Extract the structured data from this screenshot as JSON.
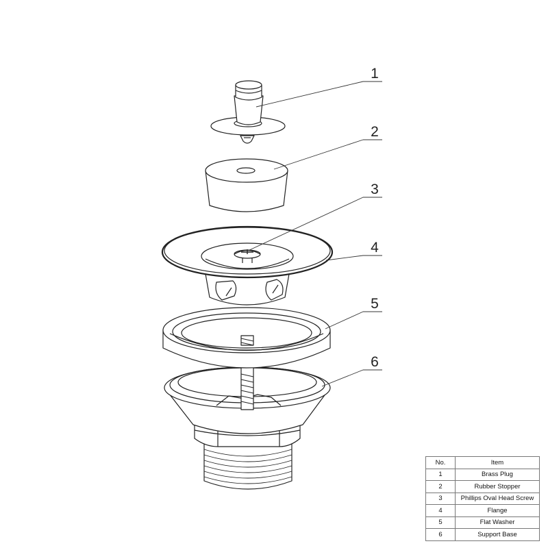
{
  "callouts": [
    "1",
    "2",
    "3",
    "4",
    "5",
    "6"
  ],
  "table": {
    "headers": [
      "No.",
      "Item"
    ],
    "rows": [
      [
        "1",
        "Brass Plug"
      ],
      [
        "2",
        "Rubber Stopper"
      ],
      [
        "3",
        "Phillips Oval Head Screw"
      ],
      [
        "4",
        "Flange"
      ],
      [
        "5",
        "Flat Washer"
      ],
      [
        "6",
        "Support Base"
      ]
    ]
  }
}
